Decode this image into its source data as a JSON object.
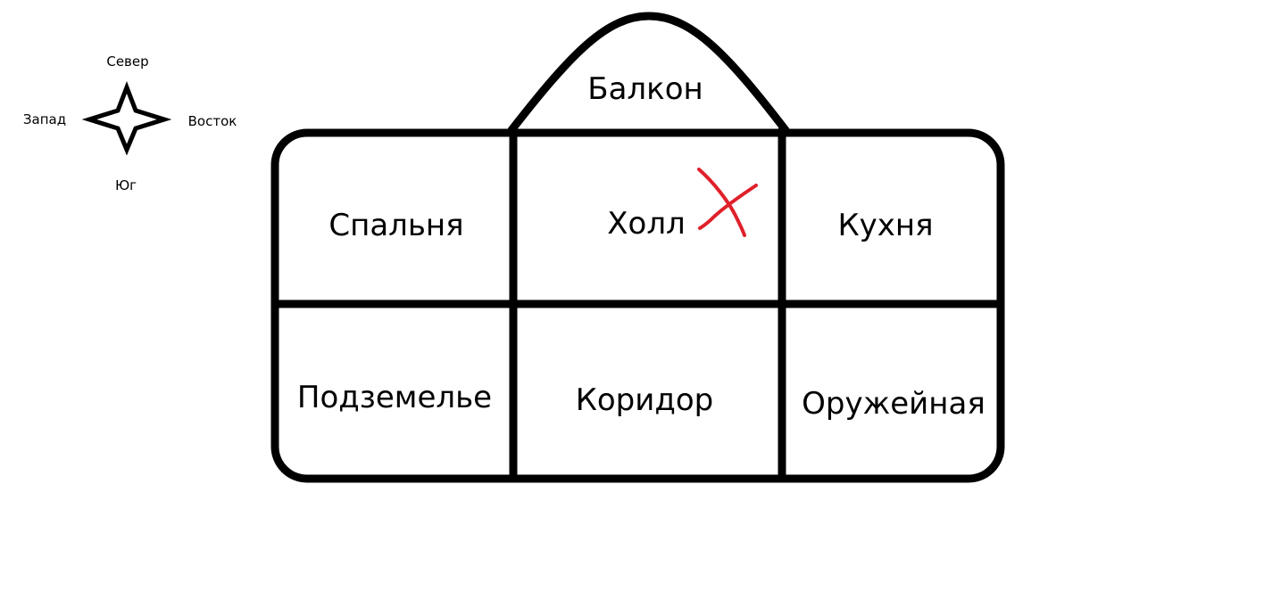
{
  "compass": {
    "north": "Север",
    "west": "Запад",
    "east": "Восток",
    "south": "Юг"
  },
  "rooms": {
    "balcony": "Балкон",
    "bedroom": "Спальня",
    "hall": "Холл",
    "kitchen": "Кухня",
    "dungeon": "Подземелье",
    "corridor": "Коридор",
    "armory": "Оружейная"
  },
  "marker": {
    "room": "Холл",
    "color": "#e0202a"
  }
}
